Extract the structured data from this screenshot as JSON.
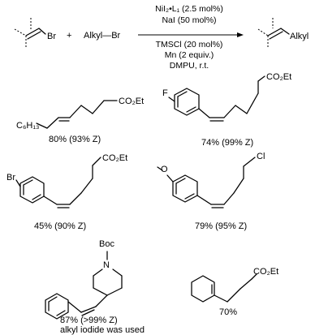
{
  "scheme": {
    "reactant1_label": "Br",
    "plus": "+",
    "reactant2_label": "Alkyl—Br",
    "product_label": "Alkyl",
    "conditions_above": [
      "NiI₂•L₁ (2.5 mol%)",
      "NaI (50 mol%)"
    ],
    "conditions_below": [
      "TMSCl (20 mol%)",
      "Mn (2 equiv.)",
      "DMPU, r.t."
    ]
  },
  "products": [
    {
      "labels": [
        "C₆H₁₃",
        "CO₂Et"
      ],
      "caption": "80% (93% Z)"
    },
    {
      "labels": [
        "F",
        "CO₂Et"
      ],
      "caption": "74% (99% Z)"
    },
    {
      "labels": [
        "Br",
        "CO₂Et"
      ],
      "caption": "45% (90% Z)"
    },
    {
      "labels": [
        "O",
        "Cl"
      ],
      "caption": "79% (95% Z)"
    },
    {
      "labels": [
        "Boc",
        "N"
      ],
      "caption": "87% (>99% Z)",
      "note": "alkyl iodide was used"
    },
    {
      "labels": [
        "CO₂Et"
      ],
      "caption": "70%"
    }
  ]
}
